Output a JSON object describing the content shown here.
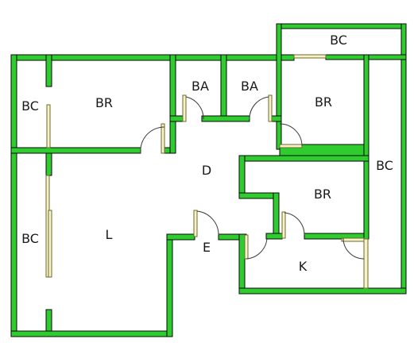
{
  "colors": {
    "wall": "#2ecc2e",
    "outline": "#0a0a0a",
    "door": "#f7f2c8",
    "text": "#1a1a1a"
  },
  "rooms": {
    "bc_top": "BC",
    "bc_left_upper": "BC",
    "br_top_left": "BR",
    "ba_left": "BA",
    "ba_right": "BA",
    "br_top_right": "BR",
    "bc_right": "BC",
    "d": "D",
    "br_middle": "BR",
    "bc_left_lower": "BC",
    "l": "L",
    "e": "E",
    "k": "K"
  }
}
